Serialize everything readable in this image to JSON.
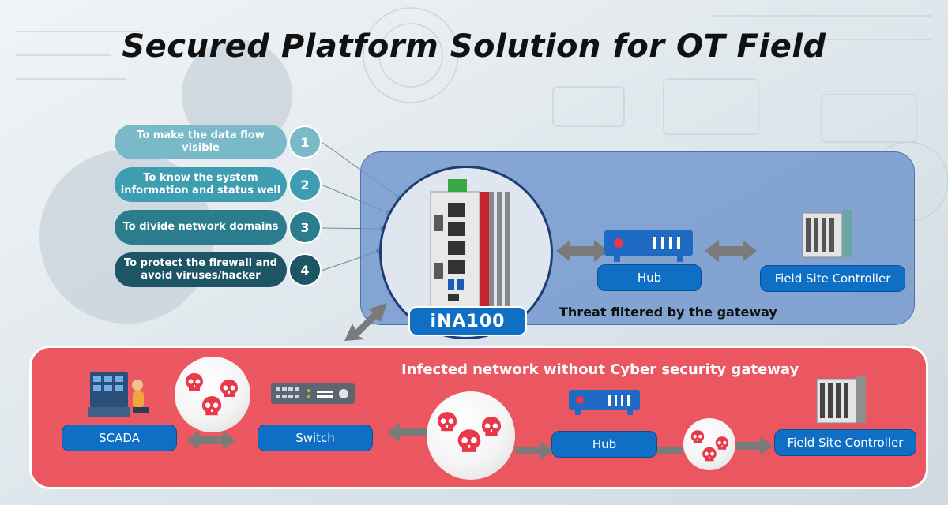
{
  "title": "Secured Platform Solution for OT Field",
  "features": [
    {
      "number": "1",
      "text": "To make the data flow visible",
      "color": "#79b9c8"
    },
    {
      "number": "2",
      "text": "To know the system information and status well",
      "color": "#3f9db2"
    },
    {
      "number": "3",
      "text": "To divide network domains",
      "color": "#2b7d8d"
    },
    {
      "number": "4",
      "text": "To protect the firewall and avoid viruses/hacker",
      "color": "#1d5566"
    }
  ],
  "secure_zone": {
    "device_name": "iNA100",
    "hub_label": "Hub",
    "controller_label": "Field Site Controller",
    "caption": "Threat filtered by the gateway",
    "panel_color": "#6a92cc"
  },
  "infected_zone": {
    "caption": "Infected network without Cyber security gateway",
    "scada_label": "SCADA",
    "switch_label": "Switch",
    "hub_label": "Hub",
    "controller_label": "Field Site Controller",
    "panel_color": "#ec4852"
  },
  "colors": {
    "label_blue": "#0f6fc5",
    "threat_red": "#e8384a",
    "arrow_gray": "#7a7a7a"
  }
}
